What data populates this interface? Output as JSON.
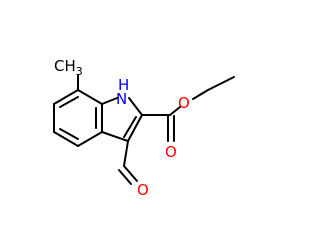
{
  "molecule": {
    "atom_labels": {
      "methyl": "CH",
      "methyl_subscript": "3",
      "nh_h": "H",
      "nh_n": "N",
      "ester_o": "O",
      "carbonyl_o": "O",
      "aldehyde_o": "O"
    },
    "colors": {
      "bond": "#000000",
      "carbon": "#000000",
      "nitrogen": "#0000ff",
      "oxygen": "#ff0000"
    }
  }
}
